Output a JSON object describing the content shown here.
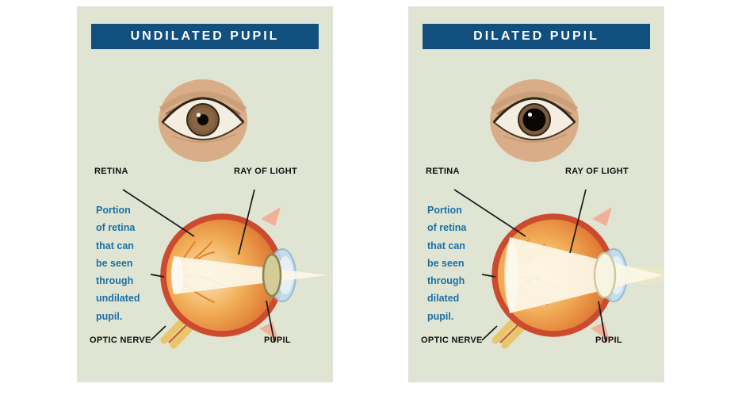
{
  "colors": {
    "panel_bg": "#dfe5d2",
    "header_bg": "#11507e",
    "header_text": "#ffffff",
    "note_text": "#1d6fa6",
    "label_text": "#111111",
    "eyeball_ring": "#cc4a2d",
    "light_cone": "#fcf6e6"
  },
  "panels": {
    "undilated": {
      "title": "UNDILATED PUPIL",
      "retina_label": "RETINA",
      "ray_label": "RAY OF LIGHT",
      "note": "Portion\nof retina\nthat can\nbe seen\nthrough\nundilated\npupil.",
      "optic_label": "OPTIC NERVE",
      "pupil_label": "PUPIL"
    },
    "dilated": {
      "title": "DILATED PUPIL",
      "retina_label": "RETINA",
      "ray_label": "RAY OF LIGHT",
      "note": "Portion\nof retina\nthat can\nbe seen\nthrough\ndilated\npupil.",
      "optic_label": "OPTIC NERVE",
      "pupil_label": "PUPIL"
    }
  }
}
